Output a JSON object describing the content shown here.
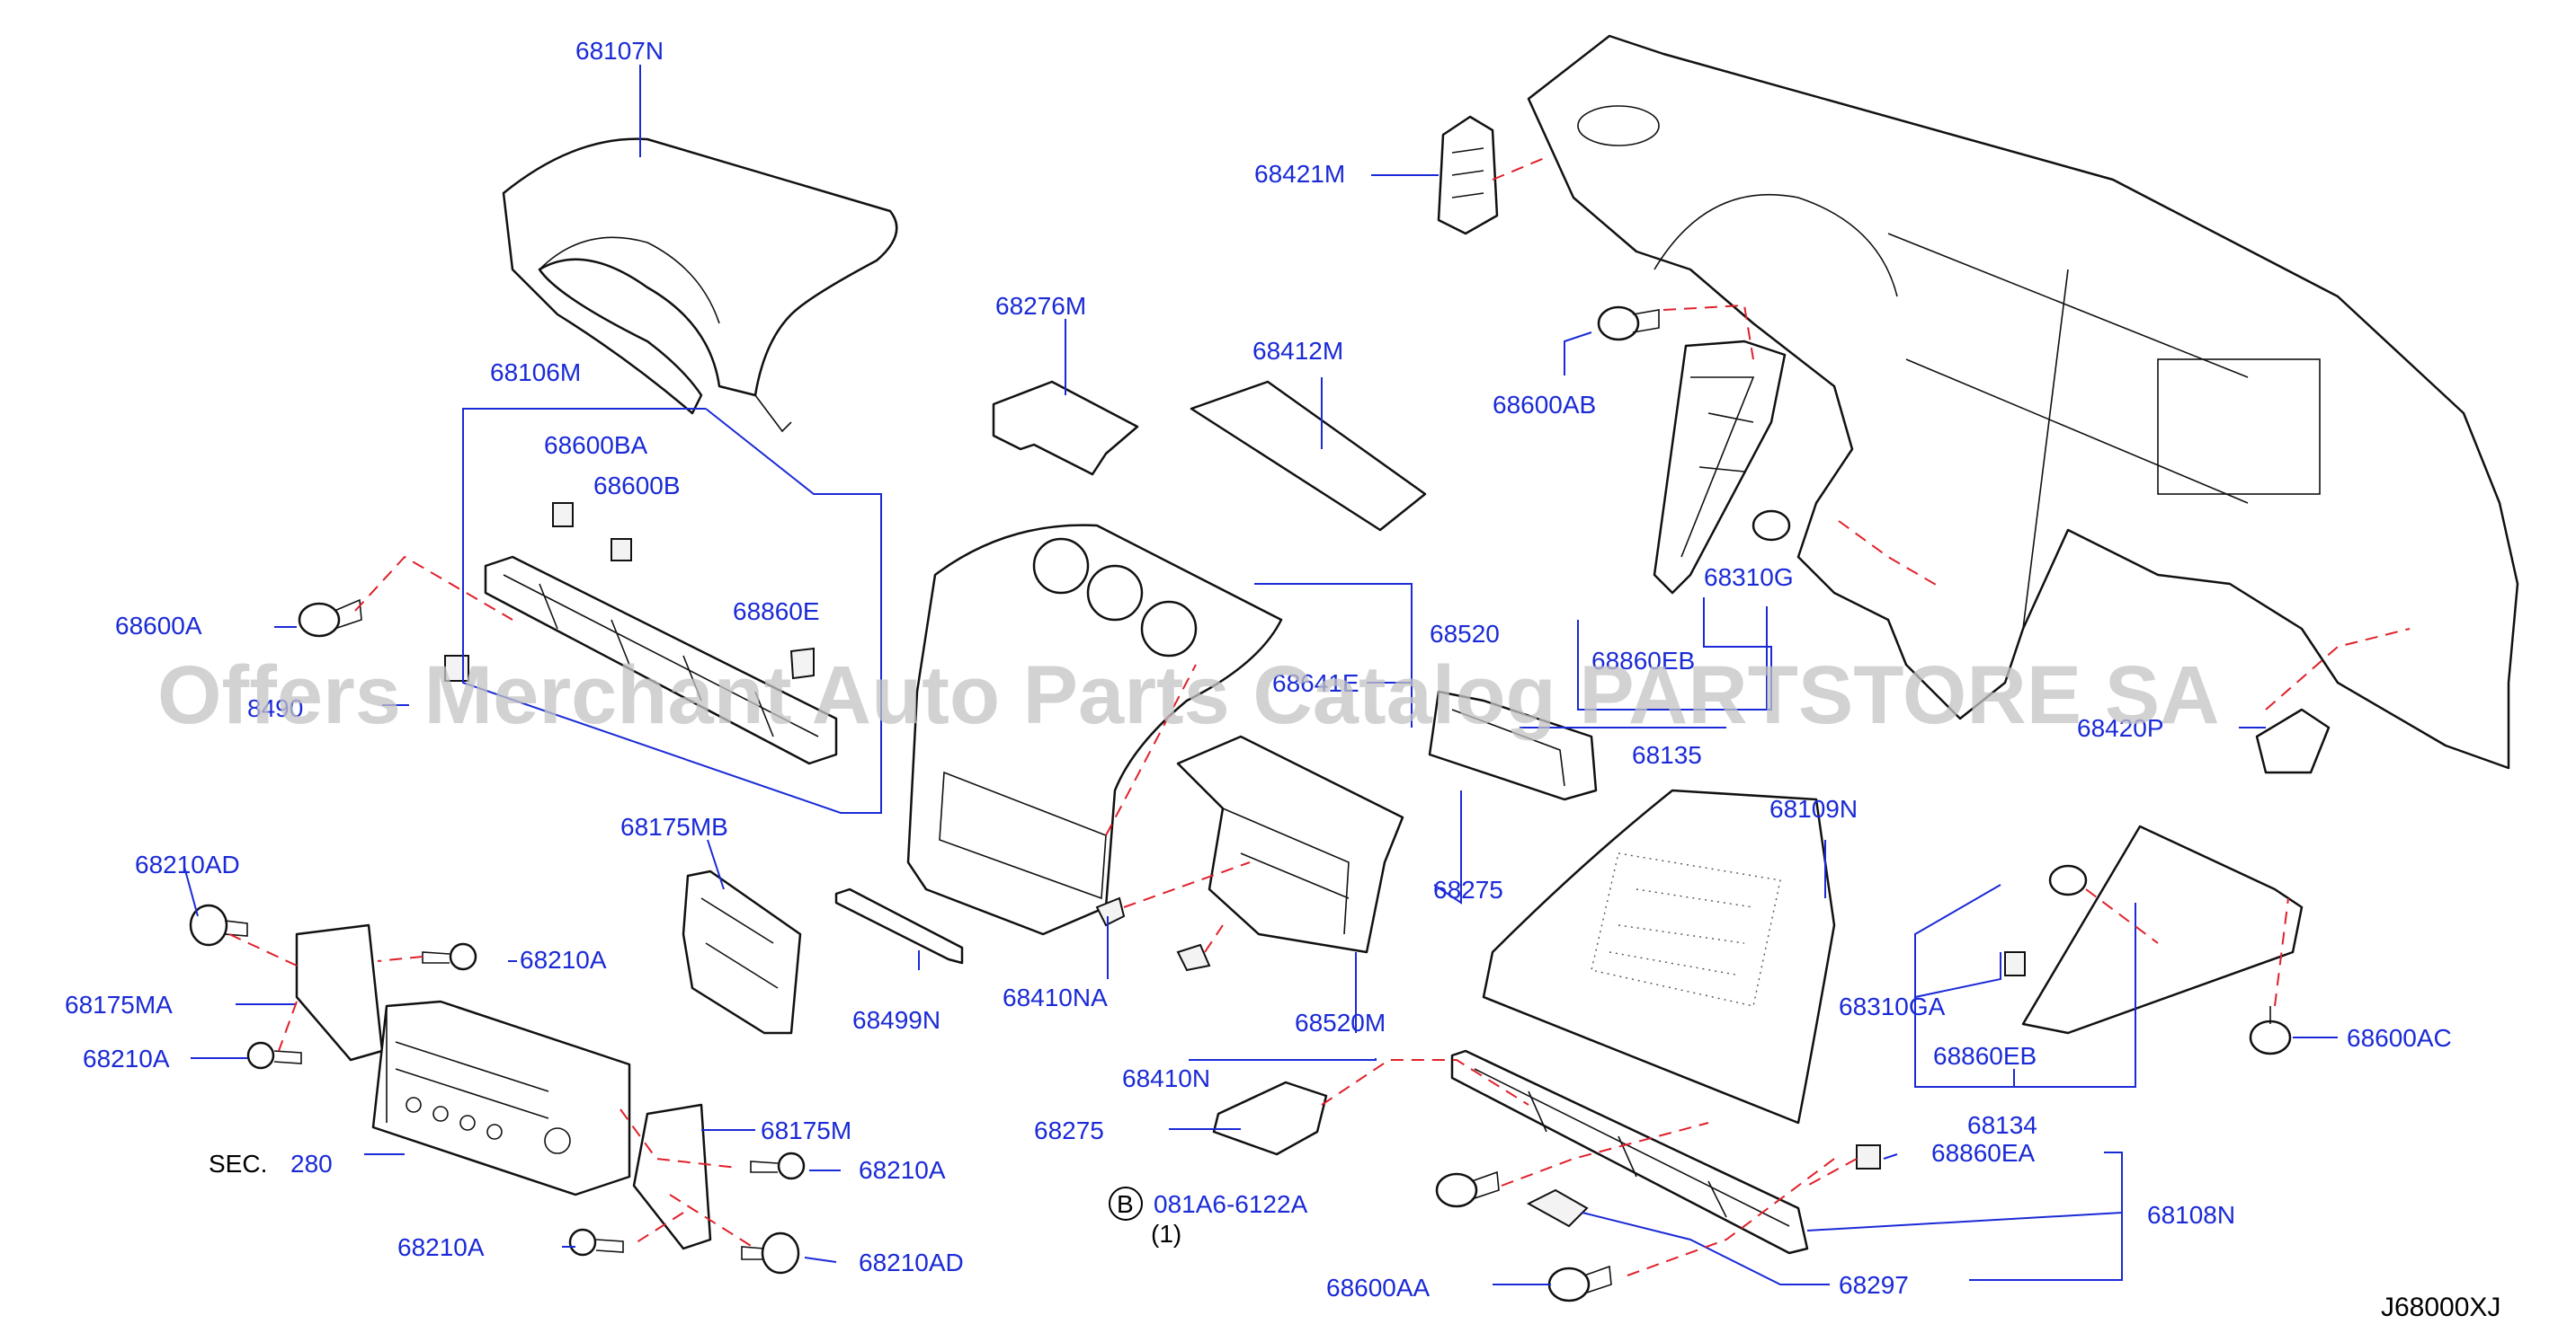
{
  "diagram_code": "J68000XJ",
  "watermark": "Offers Merchant Auto Parts Catalog PARTSTORE SA",
  "sec_label": "SEC.",
  "sec_number": "280",
  "circle_b": "B",
  "bolt_part": "081A6-6122A",
  "bolt_qty": "(1)",
  "labels": {
    "l68107N": "68107N",
    "l68106M": "68106M",
    "l68600BA": "68600BA",
    "l68600B": "68600B",
    "l68600A": "68600A",
    "l68860E": "68860E",
    "l8490": "8490",
    "l68276M": "68276M",
    "l68412M": "68412M",
    "l68421M": "68421M",
    "l68600AB": "68600AB",
    "l68310G": "68310G",
    "l68860EB_top": "68860EB",
    "l68520": "68520",
    "l68641E": "68641E",
    "l68135": "68135",
    "l68420P": "68420P",
    "l68109N": "68109N",
    "l68175MB": "68175MB",
    "l68210AD_top": "68210AD",
    "l68210A_1": "68210A",
    "l68175MA": "68175MA",
    "l68210A_2": "68210A",
    "l68499N": "68499N",
    "l68410NA": "68410NA",
    "l68520M": "68520M",
    "l68275_mid": "68275",
    "l68310GA": "68310GA",
    "l68860EB_bot": "68860EB",
    "l68600AC": "68600AC",
    "l68134": "68134",
    "l68410N": "68410N",
    "l68275_bot": "68275",
    "l68175M": "68175M",
    "l68210A_3": "68210A",
    "l68210A_4": "68210A",
    "l68210AD_bot": "68210AD",
    "l68860EA": "68860EA",
    "l68108N": "68108N",
    "l68297": "68297",
    "l68600AA": "68600AA"
  }
}
